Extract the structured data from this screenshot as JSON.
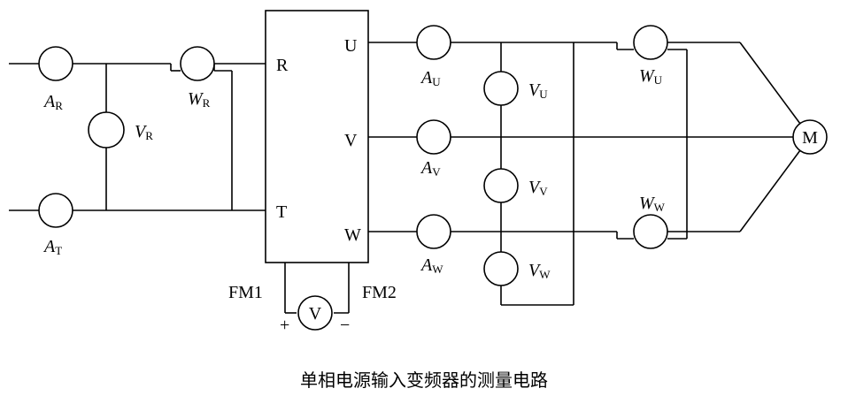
{
  "terminals": {
    "r": "R",
    "t": "T",
    "u": "U",
    "v": "V",
    "w": "W",
    "fm1": "FM1",
    "fm2": "FM2"
  },
  "meters": {
    "ar": {
      "sym": "A",
      "sub": "R"
    },
    "at": {
      "sym": "A",
      "sub": "T"
    },
    "vr": {
      "sym": "V",
      "sub": "R"
    },
    "wr": {
      "sym": "W",
      "sub": "R"
    },
    "au": {
      "sym": "A",
      "sub": "U"
    },
    "av": {
      "sym": "A",
      "sub": "V"
    },
    "aw": {
      "sym": "A",
      "sub": "W"
    },
    "vu": {
      "sym": "V",
      "sub": "U"
    },
    "vv": {
      "sym": "V",
      "sub": "V"
    },
    "vw": {
      "sym": "V",
      "sub": "W"
    },
    "wu": {
      "sym": "W",
      "sub": "U"
    },
    "ww": {
      "sym": "W",
      "sub": "W"
    }
  },
  "fm_meter": {
    "symbol": "V",
    "plus": "+",
    "minus": "−"
  },
  "motor": {
    "symbol": "M"
  },
  "caption": "单相电源输入变频器的测量电路"
}
